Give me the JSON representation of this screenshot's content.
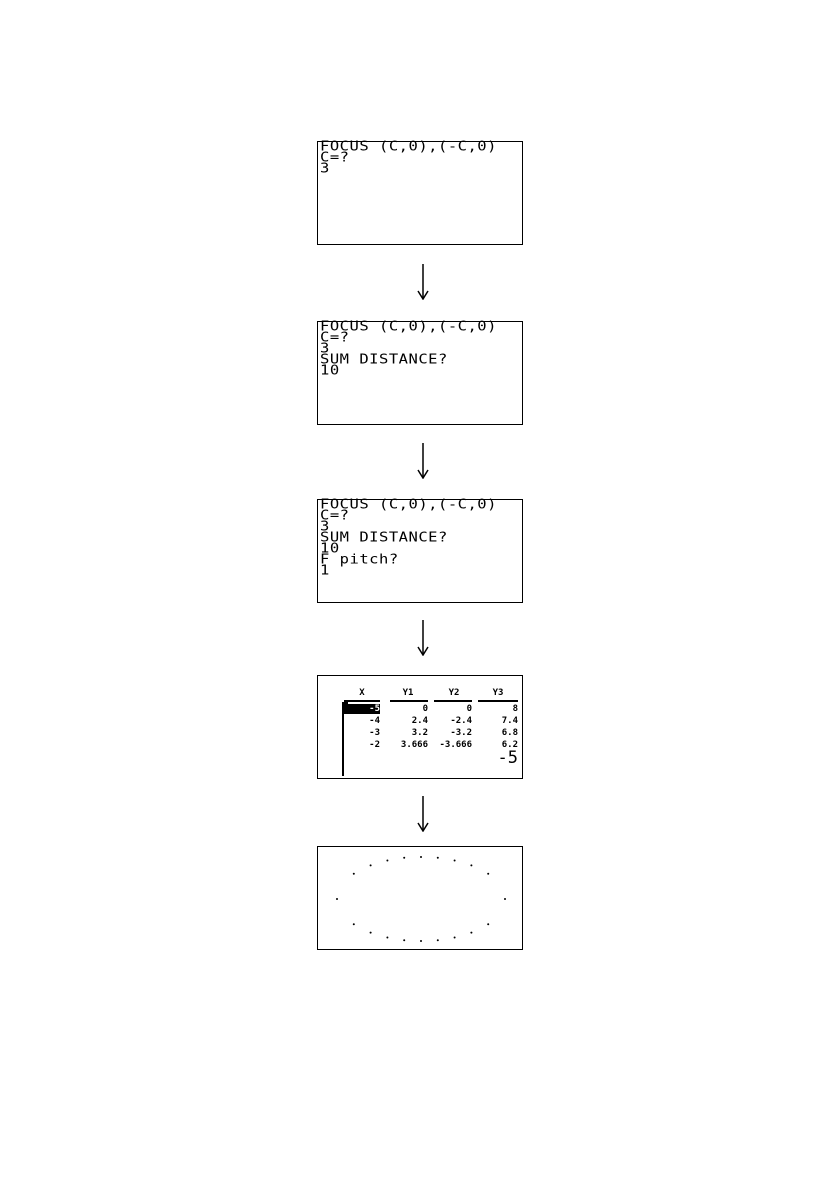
{
  "screens": {
    "prompt1": {
      "lines": [
        "FOCUS (C,0),(-C,0)",
        "C=?",
        "3"
      ]
    },
    "prompt2": {
      "lines": [
        "FOCUS (C,0),(-C,0)",
        "C=?",
        "3",
        "SUM DISTANCE?",
        "10"
      ]
    },
    "prompt3": {
      "lines": [
        "FOCUS (C,0),(-C,0)",
        "C=?",
        "3",
        "SUM DISTANCE?",
        "10",
        "F pitch?",
        "1"
      ]
    },
    "table": {
      "headers": [
        "X",
        "Y1",
        "Y2",
        "Y3"
      ],
      "rows": [
        [
          "-5",
          "0",
          "0",
          "8"
        ],
        [
          "-4",
          "2.4",
          "-2.4",
          "7.4"
        ],
        [
          "-3",
          "3.2",
          "-3.2",
          "6.8"
        ],
        [
          "-2",
          "3.666",
          "-3.666",
          "6.2"
        ]
      ],
      "selected_value": "-5"
    },
    "plot": {
      "description_points_x": [
        -5,
        -4,
        -3,
        -2,
        -1,
        0,
        1,
        2,
        3,
        4,
        5
      ],
      "semi_major": 5,
      "semi_minor": 4
    }
  }
}
